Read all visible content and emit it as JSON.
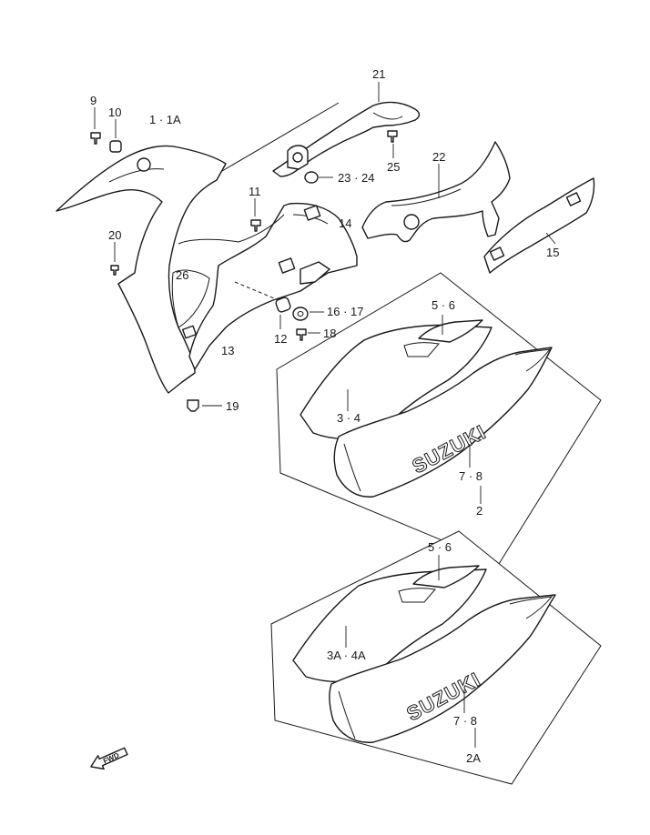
{
  "labels": {
    "p1": "1 · 1A",
    "p2": "2",
    "p2a": "2A",
    "p3_4": "3 · 4",
    "p3a_4a": "3A · 4A",
    "p5_6_top": "5 · 6",
    "p5_6_bottom": "5 · 6",
    "p7_8_top": "7 · 8",
    "p7_8_bottom": "7 · 8",
    "p9": "9",
    "p10": "10",
    "p11": "11",
    "p12": "12",
    "p13": "13",
    "p14": "14",
    "p15": "15",
    "p16_17": "16 · 17",
    "p18": "18",
    "p19": "19",
    "p20": "20",
    "p21": "21",
    "p22": "22",
    "p23_24": "23 · 24",
    "p25": "25",
    "p26": "26"
  },
  "logos": {
    "top": "SUZUKI",
    "bottom": "SUZUKI"
  },
  "fwd_arrow": "FWD"
}
